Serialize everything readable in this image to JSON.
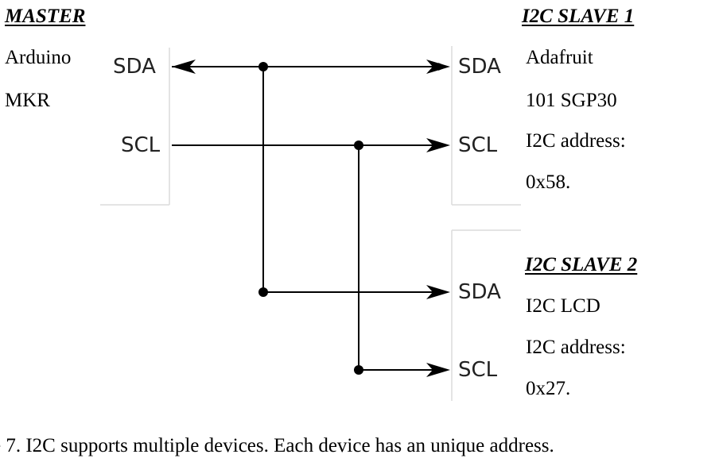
{
  "master": {
    "heading": "MASTER",
    "lines": [
      "Arduino",
      "MKR"
    ],
    "pins": [
      "SDA",
      "SCL"
    ]
  },
  "slave1": {
    "heading": "I2C SLAVE 1",
    "lines": [
      "Adafruit",
      "101 SGP30",
      "I2C address:",
      "0x58."
    ],
    "pins": [
      "SDA",
      "SCL"
    ]
  },
  "slave2": {
    "heading": "I2C SLAVE 2",
    "lines": [
      "I2C LCD",
      "I2C address:",
      "0x27."
    ],
    "pins": [
      "SDA",
      "SCL"
    ]
  },
  "caption": "e 7. I2C supports multiple devices. Each device has an unique address."
}
